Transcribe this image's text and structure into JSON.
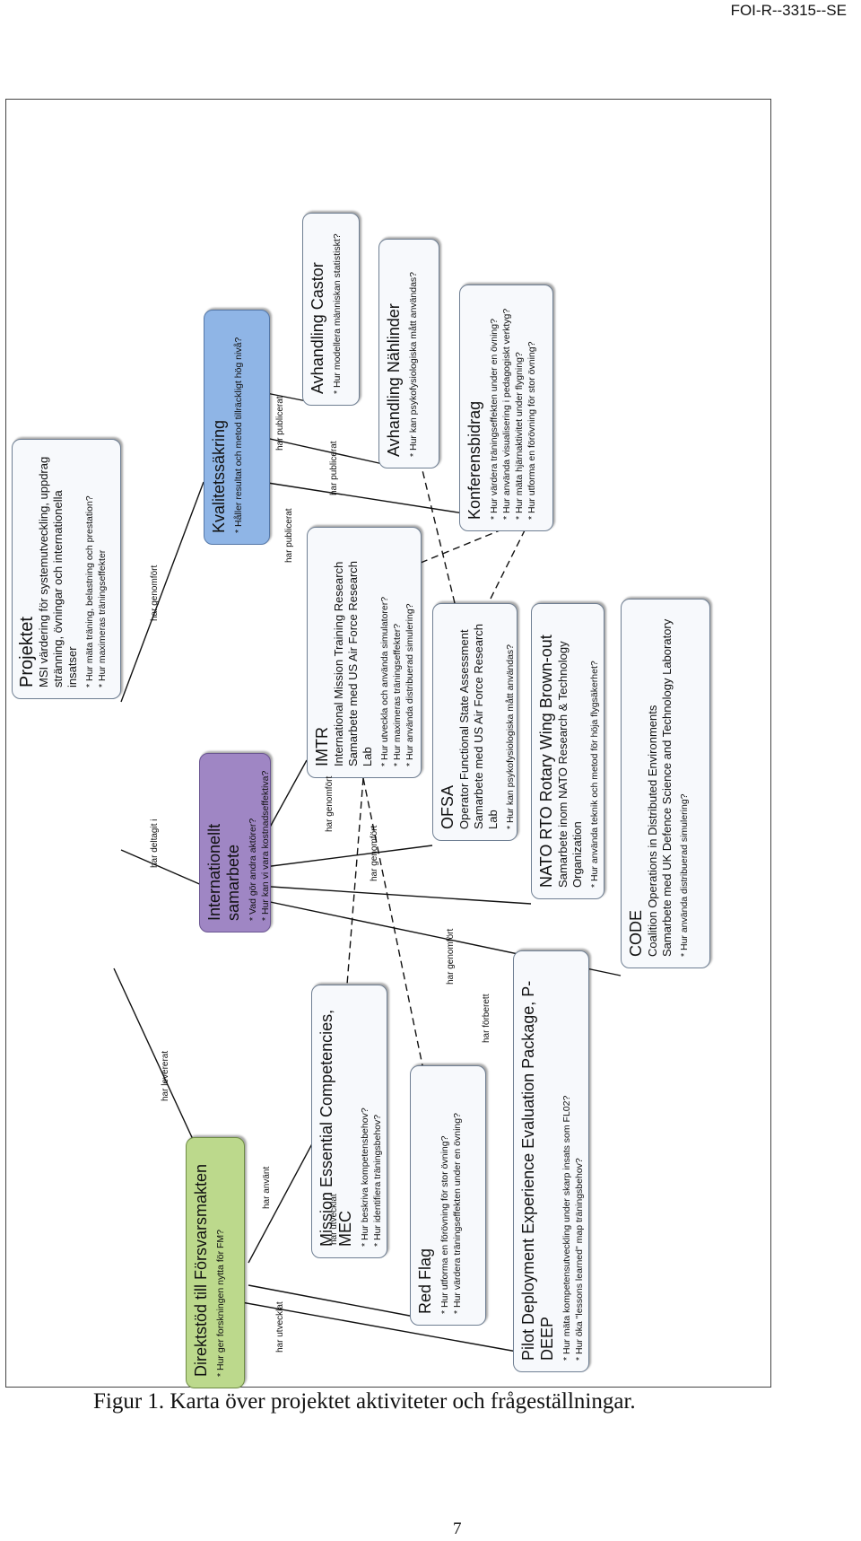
{
  "header": {
    "report_id": "FOI-R--3315--SE"
  },
  "nodes": {
    "projektet": {
      "title": "Projektet",
      "subtitle_1": "MSI värdering för systemutveckling, uppdrag",
      "subtitle_2": "stränning, övningar och internationella insatser",
      "q1": "* Hur  mäta träning, belastning och prestation?",
      "q2": "* Hur maximeras träningseffekter"
    },
    "internationellt": {
      "title": "Internationellt samarbete",
      "q1": "* Vad gör andra aktörer?",
      "q2": "* Hur kan vi vara kostnadseffektiva?"
    },
    "kvalitet": {
      "title": "Kvalitetssäkring",
      "q1": "* Håller resultat och metod tillräckligt hög nivå?"
    },
    "castor": {
      "title": "Avhandling Castor",
      "q1": "* Hur modellera människan statistiskt?"
    },
    "nahlinder": {
      "title": "Avhandling Nählinder",
      "q1": "* Hur kan psykofysiologiska mått användas?"
    },
    "konferens": {
      "title": "Konferensbidrag",
      "q1": "* Hur värdera träningseffekten under en övning?",
      "q2": "* Hur använda visualisering i pedagogiskt verktyg?",
      "q3": "* Hur mäta hjärnaktivitet under flygning?",
      "q4": "* Hur utforma en förövning för stor övning?"
    },
    "imtr": {
      "title": "IMTR",
      "subtitle_1": "International Mission Training Research",
      "subtitle_2": "Samarbete med US Air Force Research Lab",
      "q1": "* Hur utveckla och använda simulatorer?",
      "q2": "* Hur maximeras träningseffekter?",
      "q3": "* Hur använda distribuerad simulering?"
    },
    "ofsa": {
      "title": "OFSA",
      "subtitle_1": "Operator Functional State Assessment",
      "subtitle_2": "Samarbete med US Air Force Research Lab",
      "q1": "* Hur kan psykofysiologiska mått användas?"
    },
    "nato": {
      "title": "NATO RTO Rotary Wing Brown-out",
      "subtitle_1": "Samarbete inom NATO Research & Technology Organization",
      "q1": "* Hur använda teknik och metod för höja flygsäkerhet?"
    },
    "code": {
      "title": "CODE",
      "subtitle_1": "Coalition Operations in Distributed Environments",
      "subtitle_2": "Samarbete med UK Defence Science and Technology Laboratory",
      "q1": "* Hur använda distribuerad simulering?"
    },
    "direktstod": {
      "title": "Direktstöd till Försvarsmakten",
      "q1": "* Hur ger forskningen nytta för FM?"
    },
    "mec": {
      "title": "Mission Essential Competencies, MEC",
      "q1": "* Hur beskriva kompetensbehov?",
      "q2": "* Hur identifiera träningsbehov?"
    },
    "redflag": {
      "title": "Red Flag",
      "q1": "* Hur utforma en förövning för stor övning?",
      "q2": "* Hur värdera träningseffekten under en övning?"
    },
    "pdeep": {
      "title": "Pilot Deployment Experience Evaluation Package, P-DEEP",
      "q1": "* Hur mäta kompetensutveckling under skarp insats som FL02?",
      "q2": "* Hur öka \"lessons learned\" map träningsbehov?"
    }
  },
  "edge_labels": {
    "har_genomfort_1": "har genomfört",
    "har_deltagit_i": "har deltagit i",
    "har_levererat": "har levererat",
    "har_publicerat_1": "har publicerat",
    "har_publicerat_2": "har publicerat",
    "har_publicerat_3": "har publicerat",
    "har_genomfort_2": "har genomfört",
    "har_genomfort_3": "har genomfört",
    "har_genomfort_4": "har genomfört",
    "har_forberett": "har förberett",
    "har_anvant": "har använt",
    "har_utvecklat_1": "har utvecklat",
    "har_utvecklat_2": "har utvecklat"
  },
  "caption": "Figur 1. Karta över projektet aktiviteter och frågeställningar.",
  "page_number": "7"
}
